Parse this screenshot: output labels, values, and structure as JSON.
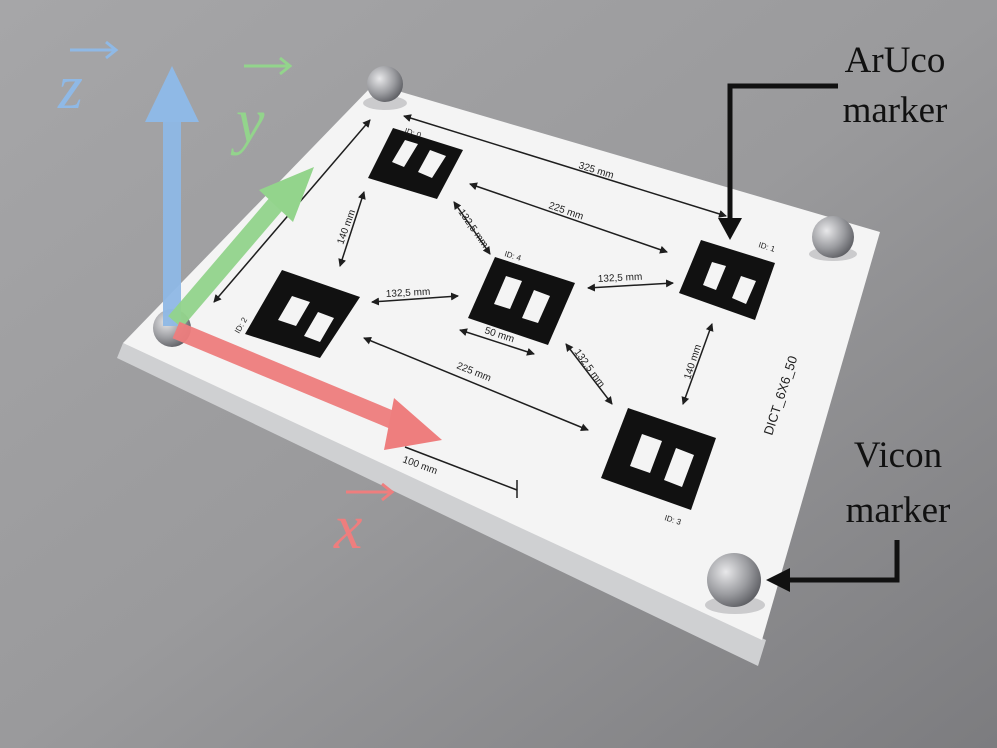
{
  "axes": {
    "z_label": "z",
    "y_label": "y",
    "x_label": "x",
    "z_color": "#8fb9e6",
    "y_color": "#93d48c",
    "x_color": "#ee7e7e"
  },
  "callouts": {
    "aruco_line1": "ArUco",
    "aruco_line2": "marker",
    "vicon_line1": "Vicon",
    "vicon_line2": "marker"
  },
  "board": {
    "dictionary": "DICT_6X6_50",
    "marker_ids": {
      "top_left": "ID: 0",
      "top_right": "ID: 1",
      "left": "ID: 2",
      "center": "ID: 4",
      "bottom_right": "ID: 3"
    },
    "dimensions": {
      "top_long": "325 mm",
      "top_mid": "225 mm",
      "diag_upper": "132,5 mm",
      "left_vertical": "140 mm",
      "left_mid": "132,5 mm",
      "right_mid": "132,5 mm",
      "center_small": "50 mm",
      "diag_lower": "132,5 mm",
      "bottom_mid": "225 mm",
      "right_vertical": "140 mm",
      "scale_bar": "100 mm"
    }
  }
}
